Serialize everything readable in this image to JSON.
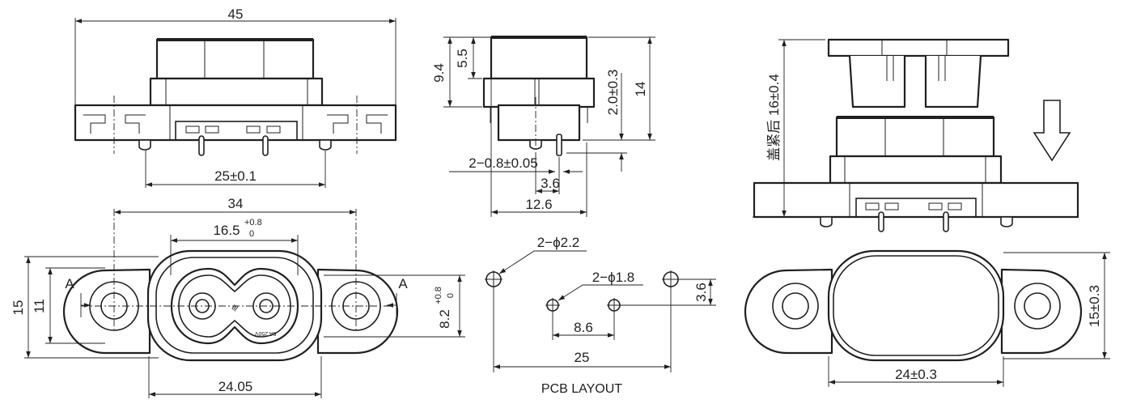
{
  "dims": {
    "front_width": "45",
    "front_pin_spacing": "25±0.1",
    "bottom_width": "34",
    "bottom_slot_base": "16.5",
    "bottom_slot_tol_plus": "+0.8",
    "bottom_slot_tol_minus": "0",
    "bottom_height_outer": "15",
    "bottom_height_inner": "11",
    "section_mark_left": "A",
    "section_mark_right": "A",
    "bottom_body_base": "8.2",
    "bottom_body_tol_plus": "+0.8",
    "bottom_body_tol_minus": "0",
    "bottom_body_width": "24.05",
    "side_top": "5.5",
    "side_upper": "9.4",
    "side_total": "14",
    "side_pin_proj": "2.0±0.3",
    "side_pin_diam": "2−0.8±0.05",
    "side_pin_offset": "3.6",
    "side_depth": "12.6",
    "pcb_large_hole": "2−ϕ2.2",
    "pcb_small_hole": "2−ϕ1.8",
    "pcb_row_offset": "3.6",
    "pcb_pin_spacing": "8.6",
    "pcb_hole_spacing": "25",
    "pcb_title": "PCB LAYOUT",
    "assembly_height": "盖紧后 16±0.4",
    "cover_width": "24±0.3",
    "cover_height": "15±0.3",
    "rating_line1": "5A 250V",
    "rating_line2": "≋"
  }
}
